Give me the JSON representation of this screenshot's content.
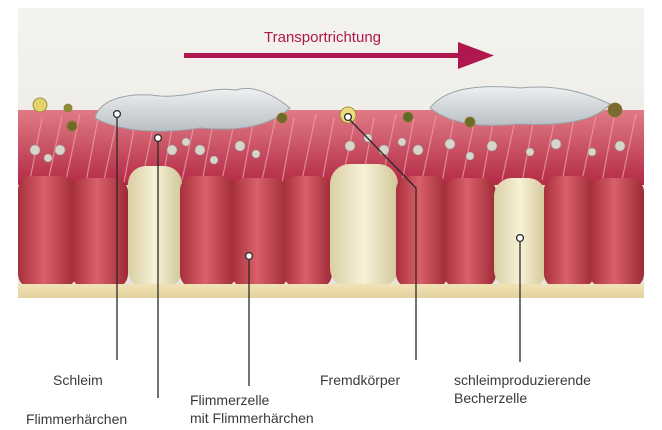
{
  "title": "Transportrichtung",
  "colors": {
    "accent": "#b0174e",
    "background_top": "#f3f2ee",
    "mucus": "#d6d9db",
    "cilia": "#c8324e",
    "ciliated_cell": "#c64a55",
    "goblet_cell": "#efe7c3",
    "base": "#efe0b2",
    "foreign_body": "#d7c94a",
    "label_text": "#3a3a3a",
    "leader_line": "#2a2a2a"
  },
  "labels": {
    "mucus": "Schleim",
    "cilia": "Flimmerhärchen",
    "ciliated_cell_line1": "Flimmerzelle",
    "ciliated_cell_line2": "mit Flimmerhärchen",
    "foreign_body": "Fremdkörper",
    "goblet_cell_line1": "schleimproduzierende",
    "goblet_cell_line2": "Becherzelle"
  },
  "icons": {
    "direction_arrow": "right-arrow-icon"
  }
}
